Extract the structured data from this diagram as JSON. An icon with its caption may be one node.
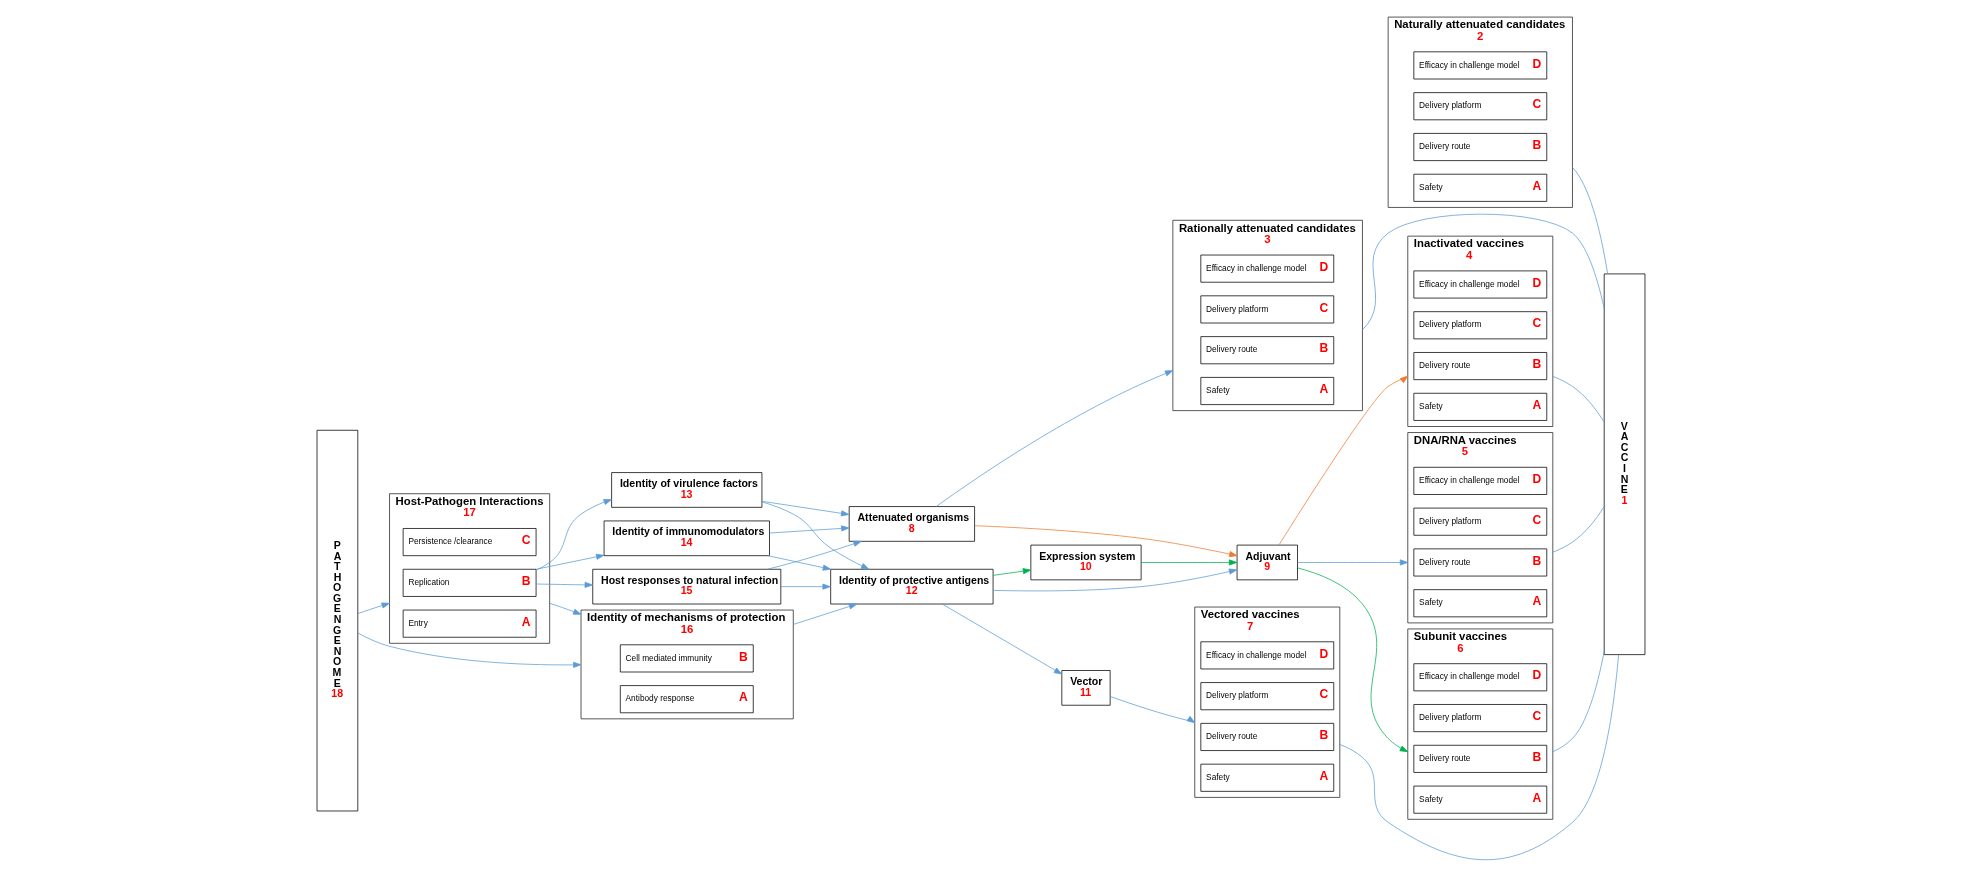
{
  "diagram": {
    "nodes": [
      {
        "text": [
          "PATHOGENGENOME",
          "18"
        ]
      },
      {
        "text": [
          "Host-Pathogen Interactions",
          "17"
        ]
      },
      {
        "text": [
          "Entry",
          "A"
        ],
        "in": 1
      },
      {
        "text": [
          "Replication",
          "B"
        ],
        "in": 1
      },
      {
        "text": [
          "Persistence /clearance",
          "C"
        ],
        "in": 1
      },
      {
        "text": [
          "Identity of mechanisms of protection",
          "16"
        ]
      },
      {
        "text": [
          "Antibody response",
          "A"
        ],
        "in": 5
      },
      {
        "text": [
          "Cell mediated immunity",
          "B"
        ],
        "in": 5
      },
      {
        "text": [
          "Identity of virulence factors",
          "13"
        ]
      },
      {
        "text": [
          "Identity of immunomodulators",
          "14"
        ]
      },
      {
        "text": [
          "Host responses to natural infection",
          "15"
        ]
      },
      {
        "text": [
          "Identity of protective antigens",
          "12"
        ]
      },
      {
        "text": [
          "Attenuated organisms",
          "8"
        ]
      },
      {
        "text": [
          "Adjuvant",
          "9"
        ]
      },
      {
        "text": [
          "Expression system",
          "10"
        ]
      },
      {
        "text": [
          "Vector",
          "11"
        ]
      },
      {
        "text": [
          "Naturally attenuated candidates",
          "2"
        ]
      },
      {
        "text": [
          "Safety",
          "A"
        ],
        "in": 16
      },
      {
        "text": [
          "Delivery route",
          "B"
        ],
        "in": 16
      },
      {
        "text": [
          "Delivery platform",
          "C"
        ],
        "in": 16
      },
      {
        "text": [
          "Efficacy in challenge model",
          "D"
        ],
        "in": 16
      },
      {
        "text": [
          "Rationally attenuated candidates",
          "3"
        ]
      },
      {
        "text": [
          "Safety",
          "A"
        ],
        "in": 21
      },
      {
        "text": [
          "Delivery route",
          "B"
        ],
        "in": 21
      },
      {
        "text": [
          "Delivery platform",
          "C"
        ],
        "in": 21
      },
      {
        "text": [
          "Efficacy in challenge model",
          "D"
        ],
        "in": 21
      },
      {
        "text": [
          "Inactivated vaccines",
          "4"
        ]
      },
      {
        "text": [
          "Safety",
          "A"
        ],
        "in": 26
      },
      {
        "text": [
          "Delivery route",
          "B"
        ],
        "in": 26
      },
      {
        "text": [
          "Delivery platform",
          "C"
        ],
        "in": 26
      },
      {
        "text": [
          "Efficacy in challenge model",
          "D"
        ],
        "in": 26
      },
      {
        "text": [
          "DNA/RNA vaccines",
          "5"
        ]
      },
      {
        "text": [
          "Safety",
          "A"
        ],
        "in": 31
      },
      {
        "text": [
          "Delivery route",
          "B"
        ],
        "in": 31
      },
      {
        "text": [
          "Delivery platform",
          "C"
        ],
        "in": 31
      },
      {
        "text": [
          "Efficacy in challenge model",
          "D"
        ],
        "in": 31
      },
      {
        "text": [
          "Subunit vaccines",
          "6"
        ]
      },
      {
        "text": [
          "Safety",
          "A"
        ],
        "in": 36
      },
      {
        "text": [
          "Delivery route",
          "B"
        ],
        "in": 36
      },
      {
        "text": [
          "Delivery platform",
          "C"
        ],
        "in": 36
      },
      {
        "text": [
          "Efficacy in challenge model",
          "D"
        ],
        "in": 36
      },
      {
        "text": [
          "Vectored vaccines",
          "7"
        ]
      },
      {
        "text": [
          "Safety",
          "A"
        ],
        "in": 41
      },
      {
        "text": [
          "Delivery route",
          "B"
        ],
        "in": 41
      },
      {
        "text": [
          "Delivery platform",
          "C"
        ],
        "in": 41
      },
      {
        "text": [
          "Efficacy in challenge model",
          "D"
        ],
        "in": 41
      },
      {
        "text": [
          "VACCINE",
          "1"
        ]
      }
    ],
    "edges": [
      {
        "from": 0,
        "to": 1,
        "arrow": "to"
      },
      {
        "from": 0,
        "to": 5,
        "arrow": "to"
      },
      {
        "from": 3,
        "to": 8,
        "arrow": "to"
      },
      {
        "from": 3,
        "to": 9,
        "arrow": "to"
      },
      {
        "from": 3,
        "to": 10,
        "arrow": "to"
      },
      {
        "from": 1,
        "to": 5,
        "arrow": "to"
      },
      {
        "from": 8,
        "to": 12,
        "arrow": "to"
      },
      {
        "from": 8,
        "to": 11,
        "arrow": "to"
      },
      {
        "from": 9,
        "to": 12,
        "arrow": "to"
      },
      {
        "from": 9,
        "to": 11,
        "arrow": "to"
      },
      {
        "from": 10,
        "to": 12,
        "arrow": "to"
      },
      {
        "from": 10,
        "to": 11,
        "arrow": "to"
      },
      {
        "from": 5,
        "to": 11,
        "arrow": "to"
      },
      {
        "from": 12,
        "to": 21,
        "arrow": "to"
      },
      {
        "from": 12,
        "to": 13,
        "arrow": "to",
        "color": "#ed7d31"
      },
      {
        "from": 11,
        "to": 13,
        "arrow": "to"
      },
      {
        "from": 11,
        "to": 14,
        "arrow": "to",
        "color": "#00b050"
      },
      {
        "from": 14,
        "to": 13,
        "arrow": "to",
        "color": "#00b050"
      },
      {
        "from": 11,
        "to": 15,
        "arrow": "to"
      },
      {
        "from": 15,
        "to": 41,
        "arrow": "to"
      },
      {
        "from": 13,
        "to": 26,
        "arrow": "to",
        "color": "#ed7d31"
      },
      {
        "from": 13,
        "to": 31,
        "arrow": "to"
      },
      {
        "from": 13,
        "to": 36,
        "arrow": "to",
        "color": "#00b050"
      },
      {
        "from": 16,
        "to": 46,
        "arrow": "none"
      },
      {
        "from": 21,
        "to": 46,
        "arrow": "none"
      },
      {
        "from": 26,
        "to": 46,
        "arrow": "none"
      },
      {
        "from": 31,
        "to": 46,
        "arrow": "none"
      },
      {
        "from": 36,
        "to": 46,
        "arrow": "none"
      },
      {
        "from": 41,
        "to": 46,
        "arrow": "none"
      }
    ]
  }
}
